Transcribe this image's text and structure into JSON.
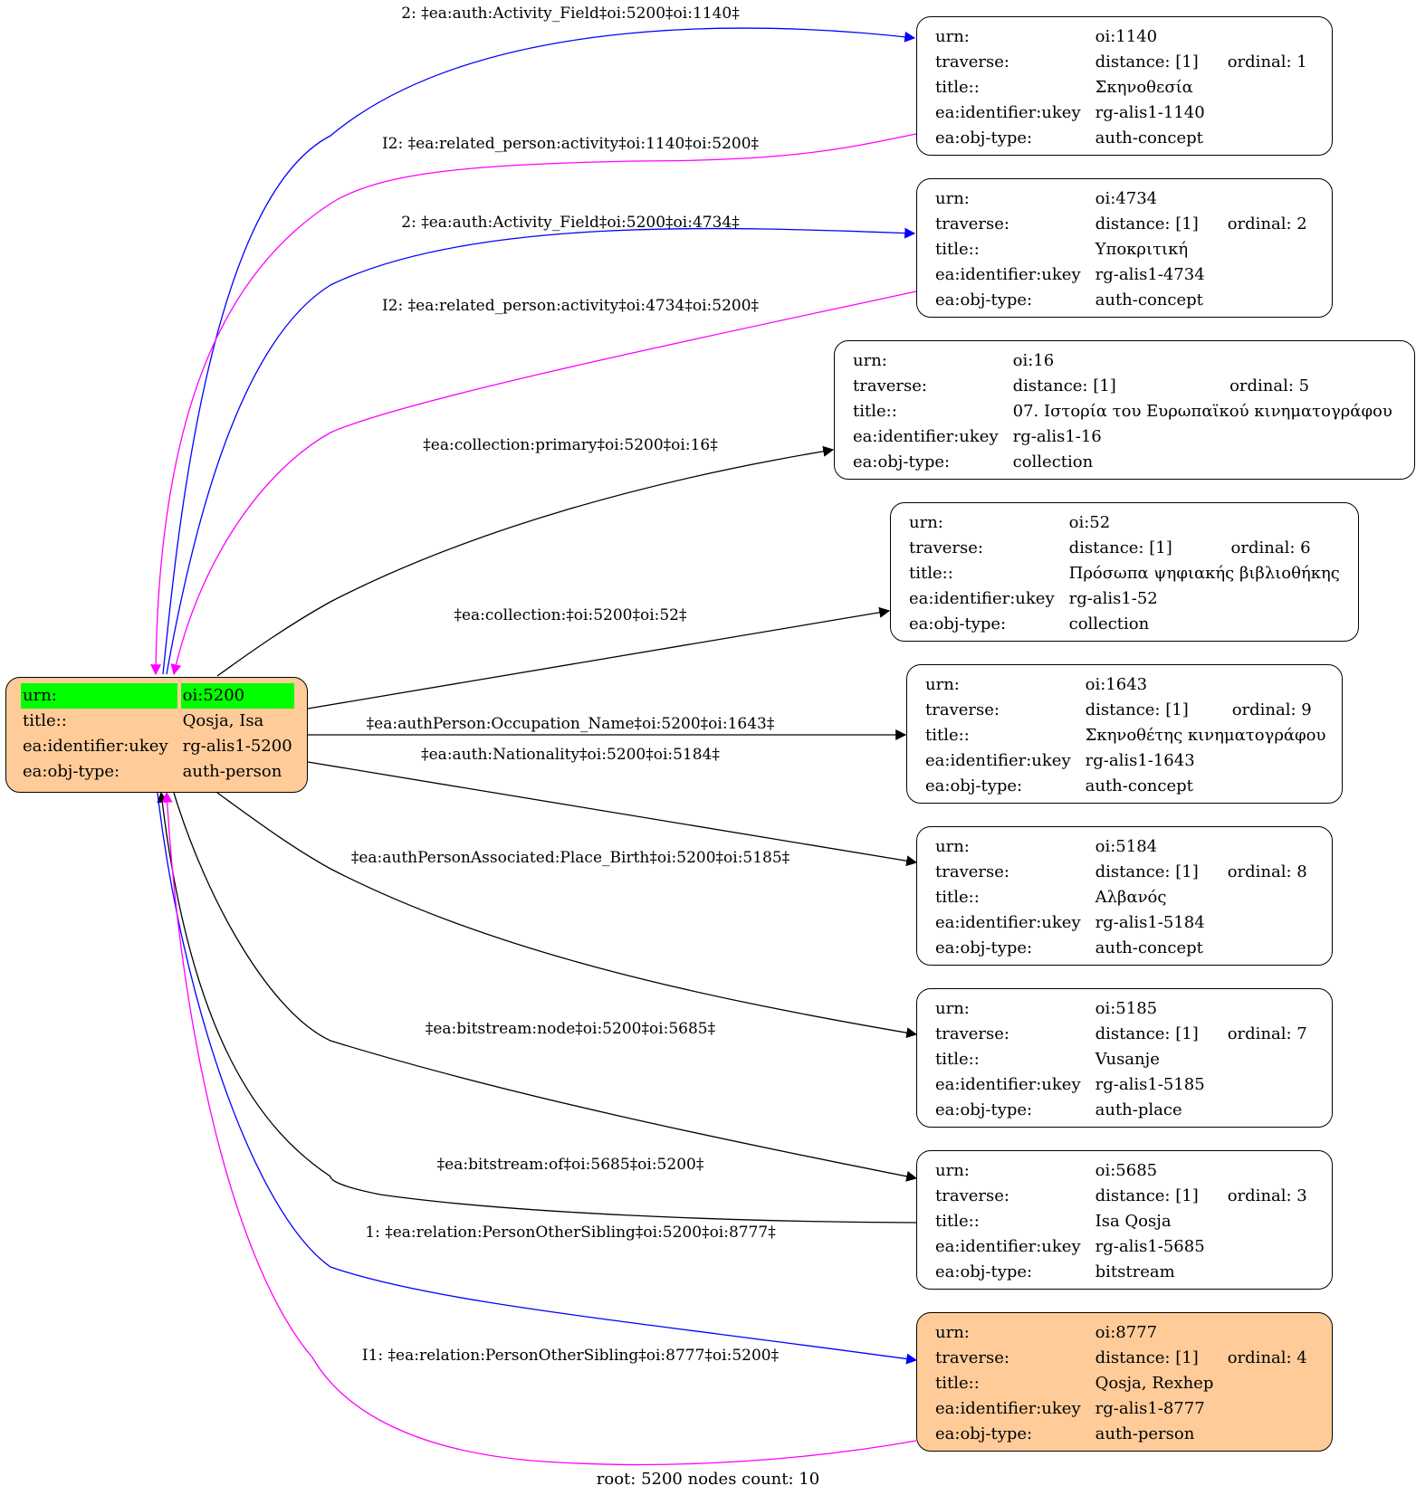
{
  "root": {
    "urn_label": "urn:",
    "urn": "oi:5200",
    "title_label": "title::",
    "title": "Qosja, Isa",
    "ukey_label": "ea:identifier:ukey",
    "ukey": "rg-alis1-5200",
    "type_label": "ea:obj-type:",
    "type": "auth-person"
  },
  "nodes": [
    {
      "urn": "oi:1140",
      "distance": "distance: [1]",
      "ordinal": "ordinal: 1",
      "title": "Σκηνοθεσία",
      "ukey": "rg-alis1-1140",
      "type": "auth-concept"
    },
    {
      "urn": "oi:4734",
      "distance": "distance: [1]",
      "ordinal": "ordinal: 2",
      "title": "Υποκριτική",
      "ukey": "rg-alis1-4734",
      "type": "auth-concept"
    },
    {
      "urn": "oi:16",
      "distance": "distance: [1]",
      "ordinal": "ordinal: 5",
      "title": "07. Ιστορία του Ευρωπαϊκού κινηματογράφου",
      "ukey": "rg-alis1-16",
      "type": "collection"
    },
    {
      "urn": "oi:52",
      "distance": "distance: [1]",
      "ordinal": "ordinal: 6",
      "title": "Πρόσωπα ψηφιακής βιβλιοθήκης",
      "ukey": "rg-alis1-52",
      "type": "collection"
    },
    {
      "urn": "oi:1643",
      "distance": "distance: [1]",
      "ordinal": "ordinal: 9",
      "title": "Σκηνοθέτης κινηματογράφου",
      "ukey": "rg-alis1-1643",
      "type": "auth-concept"
    },
    {
      "urn": "oi:5184",
      "distance": "distance: [1]",
      "ordinal": "ordinal: 8",
      "title": "Αλβανός",
      "ukey": "rg-alis1-5184",
      "type": "auth-concept"
    },
    {
      "urn": "oi:5185",
      "distance": "distance: [1]",
      "ordinal": "ordinal: 7",
      "title": "Vusanje",
      "ukey": "rg-alis1-5185",
      "type": "auth-place"
    },
    {
      "urn": "oi:5685",
      "distance": "distance: [1]",
      "ordinal": "ordinal: 3",
      "title": "Isa Qosja",
      "ukey": "rg-alis1-5685",
      "type": "bitstream"
    },
    {
      "urn": "oi:8777",
      "distance": "distance: [1]",
      "ordinal": "ordinal: 4",
      "title": "Qosja, Rexhep",
      "ukey": "rg-alis1-8777",
      "type": "auth-person"
    }
  ],
  "labels": {
    "urn": "urn:",
    "traverse": "traverse:",
    "title": "title::",
    "ukey": "ea:identifier:ukey",
    "type": "ea:obj-type:"
  },
  "edges": [
    "2: ‡ea:auth:Activity_Field‡oi:5200‡oi:1140‡",
    "I2: ‡ea:related_person:activity‡oi:1140‡oi:5200‡",
    "2: ‡ea:auth:Activity_Field‡oi:5200‡oi:4734‡",
    "I2: ‡ea:related_person:activity‡oi:4734‡oi:5200‡",
    "‡ea:collection:primary‡oi:5200‡oi:16‡",
    "‡ea:collection:‡oi:5200‡oi:52‡",
    "‡ea:authPerson:Occupation_Name‡oi:5200‡oi:1643‡",
    "‡ea:auth:Nationality‡oi:5200‡oi:5184‡",
    "‡ea:authPersonAssociated:Place_Birth‡oi:5200‡oi:5185‡",
    "‡ea:bitstream:node‡oi:5200‡oi:5685‡",
    "‡ea:bitstream:of‡oi:5685‡oi:5200‡",
    "1: ‡ea:relation:PersonOtherSibling‡oi:5200‡oi:8777‡",
    "I1: ‡ea:relation:PersonOtherSibling‡oi:8777‡oi:5200‡"
  ],
  "colors": {
    "forward": "#0000ff",
    "inverse": "#ff00ff",
    "plain": "#000000",
    "person_fill": "#ffcc99",
    "root_highlight": "#00ff00"
  },
  "footer": "root: 5200 nodes count: 10"
}
